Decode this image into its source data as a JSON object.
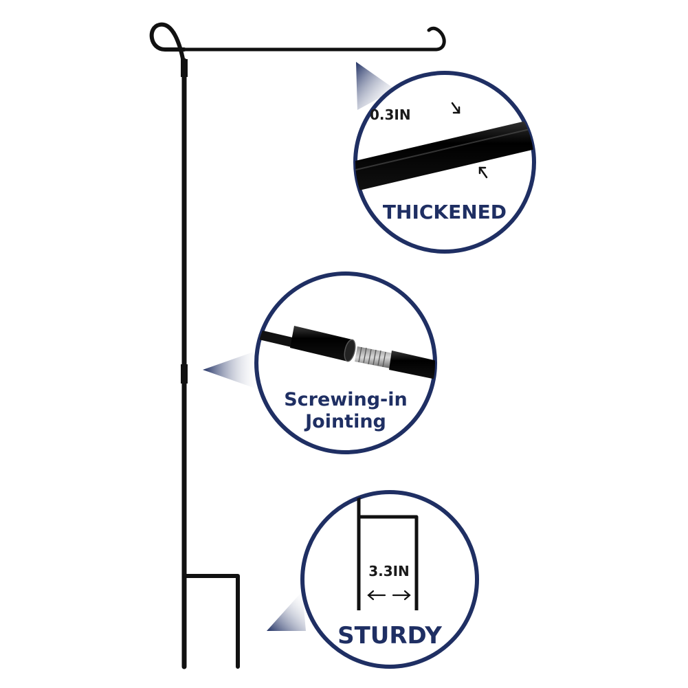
{
  "colors": {
    "background": "#ffffff",
    "pole": "#111111",
    "circle_ring": "#1f2f63",
    "label_text": "#1f2f63",
    "pointer_dark": "#1f2f63",
    "pointer_light": "#ffffff"
  },
  "callouts": {
    "thickness": {
      "dimension": "0.3IN",
      "caption": "THICKENED"
    },
    "joint": {
      "caption_line1": "Screwing-in",
      "caption_line2": "Jointing"
    },
    "stake": {
      "dimension": "3.3IN",
      "caption": "STURDY"
    }
  }
}
